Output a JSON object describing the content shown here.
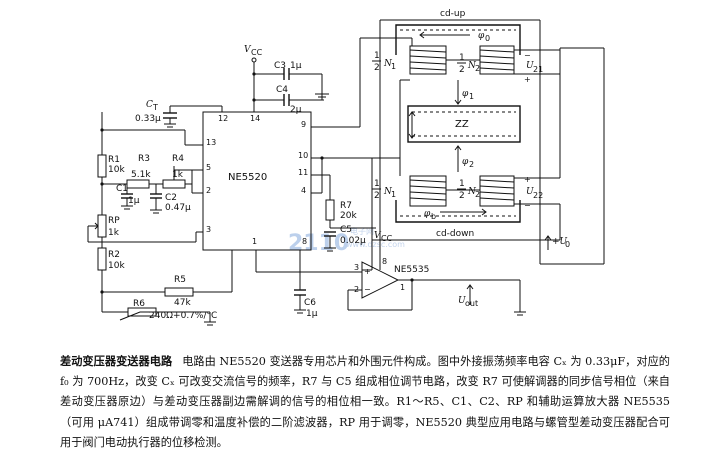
{
  "schematic": {
    "chip": {
      "name": "NE5520",
      "pins": {
        "p1": "1",
        "p2": "2",
        "p3": "3",
        "p4": "4",
        "p5": "5",
        "p8": "8",
        "p9": "9",
        "p10": "10",
        "p11": "11",
        "p12": "12",
        "p13": "13",
        "p14": "14"
      }
    },
    "supply": "V",
    "supply_sub": "CC",
    "components": {
      "c3": "C3",
      "c3v": "1μ",
      "c4": "C4",
      "c4v": "2μ",
      "ct": "C",
      "ct_sub": "T",
      "ctv": "0.33μ",
      "r1": "R1",
      "r1v": "10k",
      "r3": "R3",
      "r3v": "5.1k",
      "r4": "R4",
      "r4v": "1k",
      "c1": "C1",
      "c1v": "1μ",
      "c2": "C2",
      "c2v": "0.47μ",
      "rp": "RP",
      "rpv": "1k",
      "r2": "R2",
      "r2v": "10k",
      "r5": "R5",
      "r5v": "47k",
      "r6": "R6",
      "r6v": "240Ω+0.7%/°C",
      "r7": "R7",
      "r7v": "20k",
      "c5": "C5",
      "c5v": "0.02μ",
      "c6": "C6",
      "c6v": "1μ",
      "vcc2": "V",
      "vcc2_sub": "CC"
    },
    "opamp": {
      "name": "NE5535",
      "pin3": "3",
      "pin2": "2",
      "pin1": "1",
      "pin8": "8"
    },
    "transformer": {
      "top_label": "cd-up",
      "bottom_label": "cd-down",
      "core_label": "ZZ",
      "phi0": "φ",
      "phi0_sub": "0",
      "phi1": "φ",
      "phi1_sub": "1",
      "phi2": "φ",
      "phi2_sub": "2",
      "phib": "φ",
      "phib_sub": "b",
      "n1_top": "N",
      "n1_top_sub": "1",
      "n2_top": "N",
      "n2_top_sub": "2",
      "n1_bot": "N",
      "n1_bot_sub": "1",
      "n2_bot": "N",
      "n2_bot_sub": "2",
      "half": "1",
      "half_den": "2",
      "u21": "U",
      "u21_sub": "21",
      "u22": "U",
      "u22_sub": "22",
      "u0": "+U",
      "u0_sub": "0",
      "minus": "−",
      "plus": "+"
    },
    "output": {
      "label": "U",
      "label_sub": "out"
    },
    "watermark": {
      "main": "2110",
      "small": "电子网",
      "url": "www.dzsc.com"
    }
  },
  "caption": {
    "title": "差动变压器变送器电路",
    "body": "电路由 NE5520 变送器专用芯片和外围元件构成。图中外接振荡频率电容 Cₓ 为 0.33μF，对应的 f₀ 为 700Hz，改变 Cₓ 可改变交流信号的频率，R7 与 C5 组成相位调节电路，改变 R7 可使解调器的同步信号相位（来自差动变压器原边）与差动变压器副边需解调的信号的相位相一致。R1～R5、C1、C2、RP 和辅助运算放大器 NE5535（可用 μA741）组成带调零和温度补偿的二阶滤波器，RP 用于调零，NE5520 典型应用电路与螺管型差动变压器配合可用于阀门电动执行器的位移检测。"
  }
}
